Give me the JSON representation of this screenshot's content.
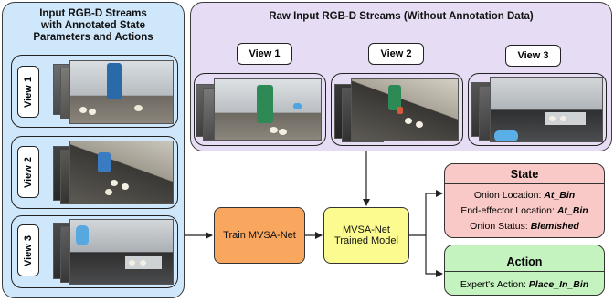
{
  "left_panel": {
    "title_line1": "Input RGB-D Streams",
    "title_line2": "with Annotated State",
    "title_line3": "Parameters and Actions",
    "views": [
      "View 1",
      "View 2",
      "View 3"
    ]
  },
  "top_panel": {
    "title": "Raw Input RGB-D Streams (Without Annotation Data)",
    "views": [
      "View 1",
      "View 2",
      "View 3"
    ]
  },
  "train_node": {
    "label": "Train MVSA-Net"
  },
  "model_node": {
    "line1": "MVSA-Net",
    "line2": "Trained Model"
  },
  "state_box": {
    "title": "State",
    "lines": [
      {
        "label": "Onion Location: ",
        "value": "At_Bin"
      },
      {
        "label": "End-effector Location: ",
        "value": "At_Bin"
      },
      {
        "label": "Onion Status: ",
        "value": "Blemished"
      }
    ]
  },
  "action_box": {
    "title": "Action",
    "lines": [
      {
        "label": "Expert's Action: ",
        "value": "Place_In_Bin"
      }
    ]
  },
  "colors": {
    "left_panel": "#cfe7fb",
    "top_panel": "#e6dcf3",
    "train_node": "#f9a75f",
    "model_node": "#fbfb8f",
    "state_box": "#f8c9c6",
    "action_box": "#c5f3c0"
  }
}
